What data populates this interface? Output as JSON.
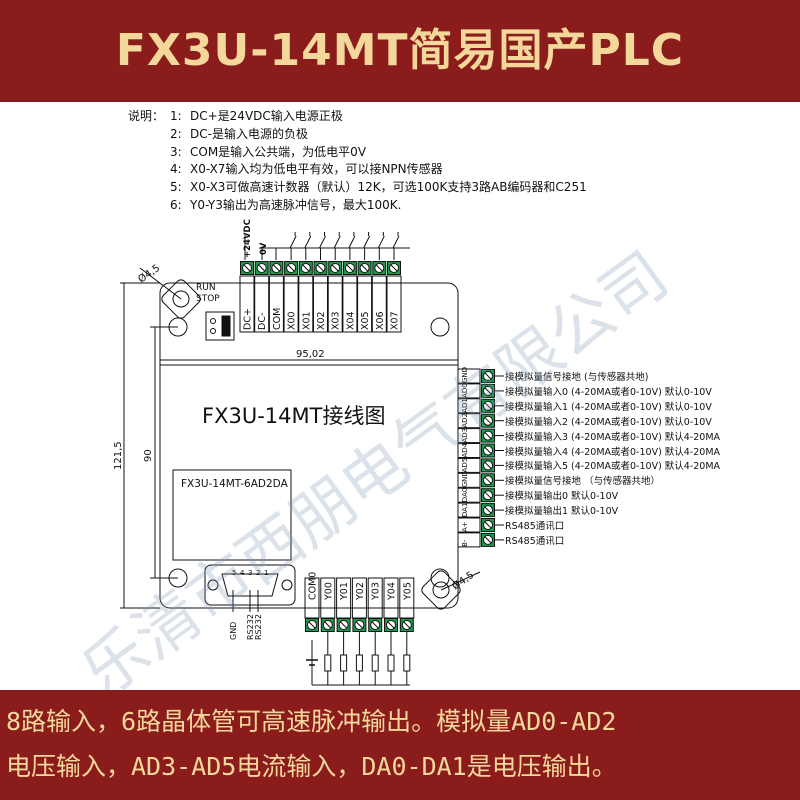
{
  "header": {
    "title": "FX3U-14MT简易国产PLC"
  },
  "notes": {
    "lead": "说明：",
    "items": [
      {
        "num": "1:",
        "text": "DC+是24VDC输入电源正极"
      },
      {
        "num": "2:",
        "text": "DC-是输入电源的负极"
      },
      {
        "num": "3:",
        "text": "COM是输入公共端，为低电平0V"
      },
      {
        "num": "4:",
        "text": "X0-X7输入均为低电平有效，可以接NPN传感器"
      },
      {
        "num": "5:",
        "text": "X0-X3可做高速计数器（默认）12K，可选100K支持3路AB编码器和C251"
      },
      {
        "num": "6:",
        "text": "Y0-Y3输出为高速脉冲信号，最大100K."
      }
    ]
  },
  "diagram": {
    "title": "FX3U-14MT接线图",
    "model_label": "FX3U-14MT-6AD2DA",
    "run_label": "RUN",
    "stop_label": "STOP",
    "voltage_24": "+24VDC",
    "voltage_0": "0V",
    "top_terminals": [
      "DC+",
      "DC-",
      "COM",
      "X00",
      "X01",
      "X02",
      "X03",
      "X04",
      "X05",
      "X06",
      "X07"
    ],
    "bottom_terminals": [
      "COM0",
      "Y00",
      "Y01",
      "Y02",
      "Y03",
      "Y04",
      "Y05"
    ],
    "right_terminals": [
      "GND",
      "AD0",
      "AD1",
      "AD2",
      "AD3",
      "AD4",
      "AD5",
      "GND",
      "DA0",
      "DA1",
      "A+",
      "B-"
    ],
    "dims": {
      "width": "95,02",
      "height_outer": "121,5",
      "height_inner": "90",
      "hole_top": "Ø4,5",
      "hole_bottom": "Ø4,5"
    },
    "port_pins": [
      "5",
      "4",
      "3",
      "2",
      "1"
    ],
    "port_labels": [
      "GND",
      "RS232",
      "RS232"
    ],
    "right_descriptions": [
      {
        "text": "接模拟量信号接地",
        "note": "(与传感器共地)"
      },
      {
        "text": "接模拟量输入0",
        "note": "(4-20MA或者0-10V) 默认0-10V"
      },
      {
        "text": "接模拟量输入1",
        "note": "(4-20MA或者0-10V) 默认0-10V"
      },
      {
        "text": "接模拟量输入2",
        "note": "(4-20MA或者0-10V) 默认0-10V"
      },
      {
        "text": "接模拟量输入3",
        "note": "(4-20MA或者0-10V) 默认4-20MA"
      },
      {
        "text": "接模拟量输入4",
        "note": "(4-20MA或者0-10V) 默认4-20MA"
      },
      {
        "text": "接模拟量输入5",
        "note": "(4-20MA或者0-10V) 默认4-20MA"
      },
      {
        "text": "接模拟量信号接地",
        "note": "（与传感器共地）"
      },
      {
        "text": "接模拟量输出0",
        "note": "默认0-10V"
      },
      {
        "text": "接模拟量输出1",
        "note": "默认0-10V"
      },
      {
        "text": "RS485通讯口",
        "note": ""
      },
      {
        "text": "RS485通讯口",
        "note": ""
      }
    ]
  },
  "footer": {
    "line1": "8路输入，6路晶体管可高速脉冲输出。模拟量AD0-AD2",
    "line2": "电压输入，AD3-AD5电流输入，DA0-DA1是电压输出。"
  },
  "watermark": "乐清市西朋电气有限公司",
  "colors": {
    "header_bg": "#8b1c1c",
    "header_text": "#f4d79a",
    "terminal_green": "#1a9a4a"
  }
}
